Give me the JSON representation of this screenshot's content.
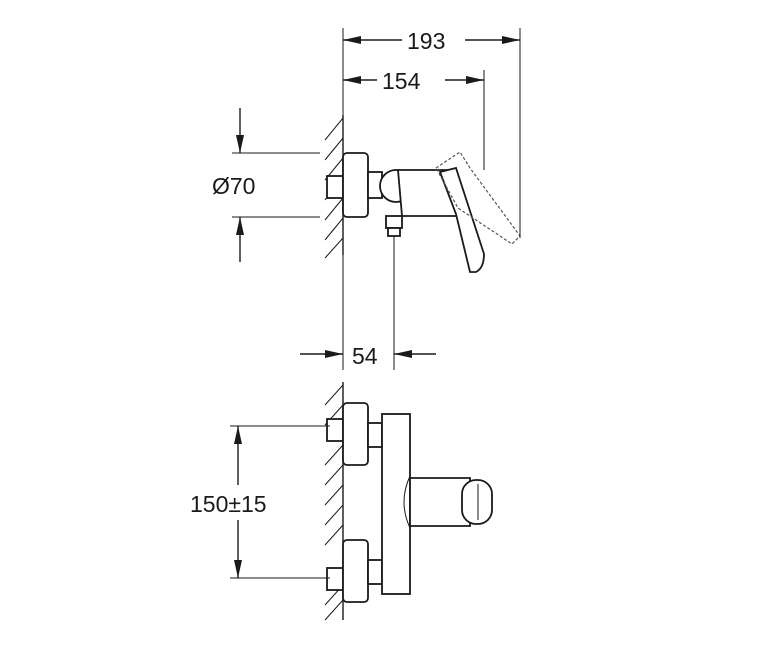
{
  "dimensions": {
    "overall_depth": "193",
    "depth_to_lever": "154",
    "diameter": "Ø70",
    "outlet_offset": "54",
    "inlet_spacing": "150±15"
  }
}
